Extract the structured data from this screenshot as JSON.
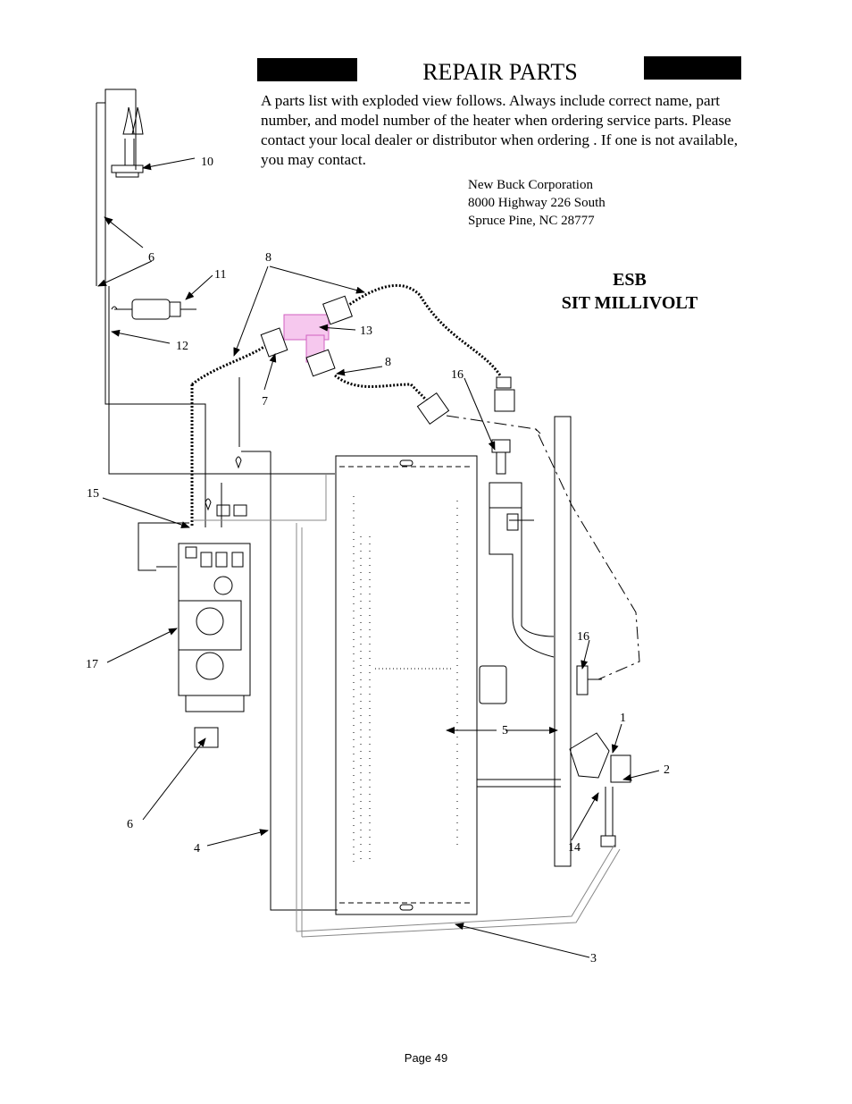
{
  "header": {
    "title": "REPAIR PARTS",
    "intro": "A parts list with exploded view follows. Always include correct name, part number, and model number of the heater when ordering service parts. Please contact your local dealer or distributor when ordering . If one is not available, you may contact.",
    "address": [
      "New Buck Corporation",
      "8000 Highway 226 South",
      "Spruce Pine, NC 28777"
    ]
  },
  "model": {
    "line1": "ESB",
    "line2": "SIT MILLIVOLT"
  },
  "callouts": [
    "10",
    "6",
    "11",
    "12",
    "8",
    "13",
    "8",
    "7",
    "16",
    "15",
    "17",
    "16",
    "1",
    "5",
    "2",
    "14",
    "6",
    "4",
    "3"
  ],
  "footer": {
    "page": "Page 49"
  }
}
